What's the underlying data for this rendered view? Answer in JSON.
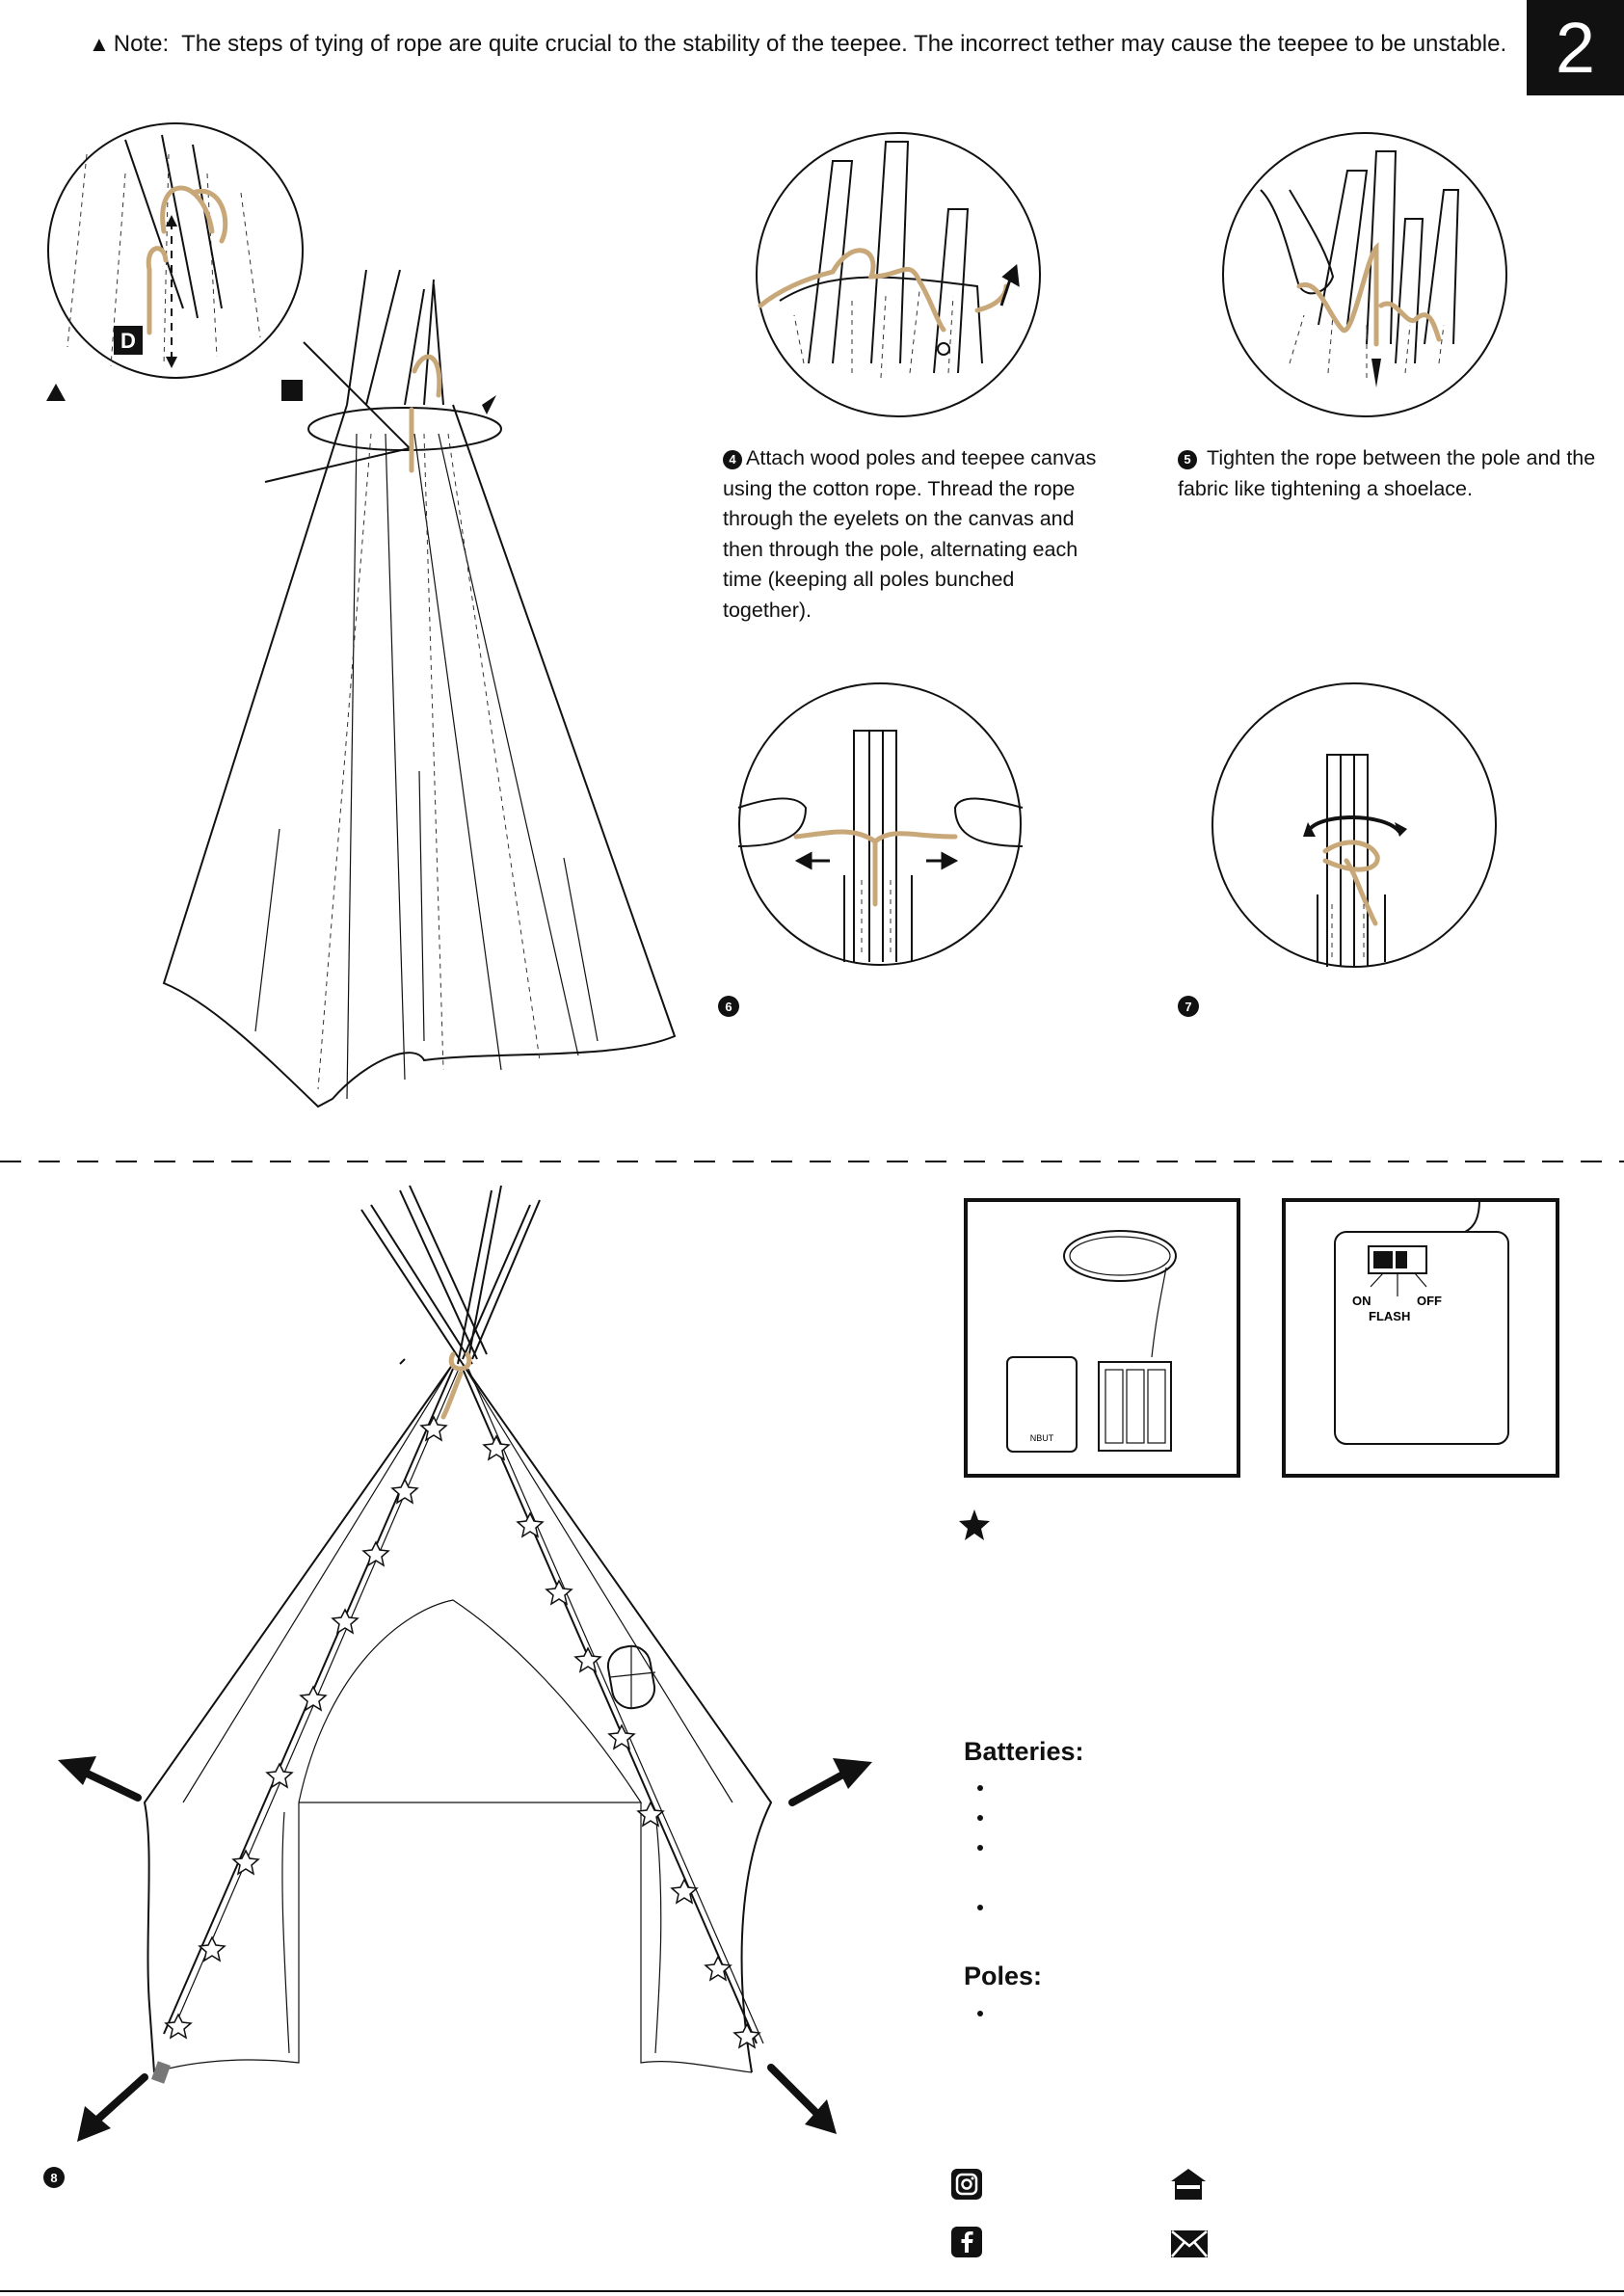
{
  "note": {
    "label": "Note",
    "separator": ":",
    "text": "The steps of tying of rope are quite crucial to the stability of the teepee. The incorrect tether may cause the teepee to be unstable."
  },
  "page_number": "2",
  "callout_letter": "D",
  "steps": [
    {
      "num": "4",
      "text": "Attach wood poles and teepee canvas using the cotton rope. Thread the rope through the eyelets on the canvas and then through the pole, alternating each time (keeping all poles bunched together)."
    },
    {
      "num": "5",
      "text": "Tighten the rope between the pole and the fabric like tightening a shoelace."
    },
    {
      "num": "6",
      "text": ""
    },
    {
      "num": "7",
      "text": ""
    },
    {
      "num": "8",
      "text": ""
    }
  ],
  "switch_labels": {
    "on": "ON",
    "flash": "FLASH",
    "off": "OFF"
  },
  "battery_box_text": "NBUT",
  "sections": {
    "batteries": "Batteries:",
    "poles": "Poles:"
  },
  "colors": {
    "rope": "#c8a878",
    "ink": "#111111"
  },
  "icons": [
    "warning-icon",
    "star-icon",
    "instagram-icon",
    "home-icon",
    "facebook-icon",
    "mail-icon"
  ]
}
